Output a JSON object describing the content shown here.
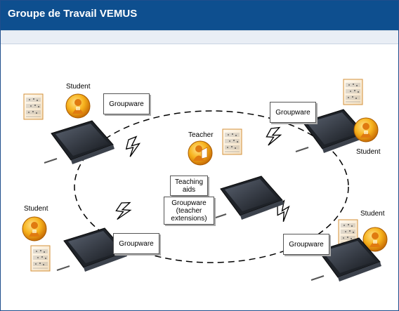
{
  "header": {
    "title": "Groupe de Travail VEMUS"
  },
  "diagram": {
    "roles": {
      "student_top_left": "Student",
      "student_top_right": "Student",
      "student_bottom_left": "Student",
      "student_bottom_right": "Student",
      "teacher": "Teacher"
    },
    "boxes": {
      "groupware_top_left": "Groupware",
      "groupware_top_right": "Groupware",
      "groupware_bottom_left": "Groupware",
      "groupware_bottom_right": "Groupware",
      "teaching_aids": "Teaching aids",
      "groupware_teacher": "Groupware (teacher extensions)"
    }
  },
  "icons": [
    "student-avatar-icon",
    "teacher-avatar-icon",
    "tablet-laptop-icon",
    "sheet-music-icon",
    "lightning-icon"
  ],
  "colors": {
    "header": "#0e4f8f",
    "avatar_orange": "#f2a417",
    "tablet_dark": "#2a2f38"
  }
}
